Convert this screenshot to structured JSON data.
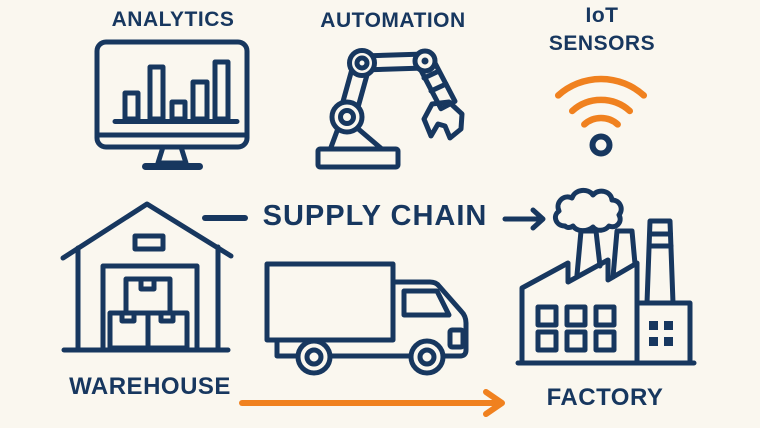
{
  "palette": {
    "navy": "#17375f",
    "orange": "#f0811f",
    "background": "#faf7ef"
  },
  "sections": {
    "analytics": {
      "label": "ANALYTICS",
      "icon": "monitor-bar-chart-icon"
    },
    "automation": {
      "label": "AUTOMATION",
      "icon": "robot-arm-icon"
    },
    "iot_sensors": {
      "label_line1": "IoT",
      "label_line2": "SENSORS",
      "icon": "wifi-signal-icon"
    },
    "supply_chain": {
      "title": "SUPPLY CHAIN",
      "left_connector": "dash-line",
      "right_connector": "arrow-right"
    },
    "warehouse": {
      "label": "WAREHOUSE",
      "icon": "warehouse-icon"
    },
    "logistics": {
      "icon": "delivery-truck-icon",
      "flow_connector": "orange-arrow-right"
    },
    "factory": {
      "label": "FACTORY",
      "icon": "factory-cloud-icon"
    }
  }
}
